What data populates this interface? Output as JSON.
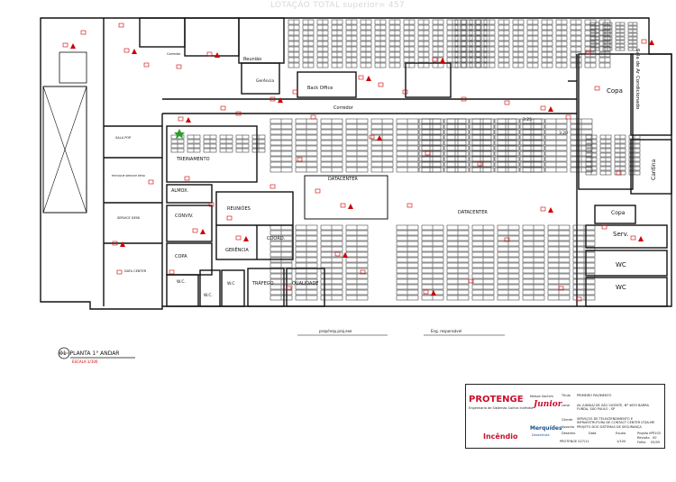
{
  "header": {
    "occupancy": "LOTAÇÃO TOTAL superior= 457"
  },
  "rooms": {
    "reuniao": "Reunião",
    "gerencia_top": "Gerência",
    "back_office": "Back Office",
    "corredor": "Corredor",
    "corredor_small": "Corredor",
    "sala_pop": "SALA POP",
    "treinamento": "TREINAMENTO",
    "estoque": "ESTOQUE SERVICE DESK",
    "service_desk": "SERVICE DESK",
    "almox": "ALMOX.",
    "conviv": "CONVIV.",
    "copa_left": "COPA",
    "data_center": "DATA CENTER",
    "reunioes": "REUNIÕES",
    "gerencia_mid": "GERÊNCIA",
    "coord": "COORD.",
    "trafego": "TRÁFEGO",
    "qualidade": "QUALIDADE",
    "wc_1": "W.C.",
    "wc_2": "W.C.",
    "wc_3": "W.C",
    "datacenter_1": "DATACENTER",
    "datacenter_2": "DATACENTER",
    "copa_top": "Copa",
    "copa_right": "Copa",
    "cantina": "Cantina",
    "serv": "Serv.",
    "wc_r1": "WC",
    "wc_r2": "WC",
    "sala_ar": "Sala de Ar Condicionado"
  },
  "dims": {
    "d1": "3.25",
    "d2": "3.20"
  },
  "plan": {
    "number": "01",
    "title": "PLANTA 1° ANDAR",
    "scale": "ESCALA 1/100"
  },
  "signatures": {
    "left": "prop/resp.proj.exe",
    "right": "Eng. responsável"
  },
  "title_block": {
    "company": "PROTENGE",
    "company_sub": "Engenharia de Sistemas Contra Incêndio",
    "discipline": "Incêndio",
    "designer": "Junior",
    "designer_sub": "Nelson Sachim",
    "partner": "Merquídes",
    "partner_sub": "Desenhista",
    "row_titulo_label": "Título",
    "row_titulo": "PRIMEIRO PAVIMENTO",
    "row_local_label": "Local",
    "row_local": "AV. JUNDIAÍ DE SÃO VICENTE, Nº 4633 BARRA FUNDA, SÃO PAULO - SP",
    "row_cliente_label": "Cliente",
    "row_cliente": "SERVIÇOS DE TELEATENDIMENTO E INFRAESTRUTURA DE CONTACT CENTER LTDA-ME",
    "row_assunto_label": "Assunto",
    "row_assunto": "PROJETO DOS SISTEMAS DE SEGURANÇA",
    "desenho_label": "Desenho",
    "desenho": "PROTENGE 027/11",
    "data_label": "Data",
    "escala_label": "Escala",
    "escala": "1/100",
    "projeto_label": "Projeto Nº",
    "projeto": "3103",
    "revisao_label": "Revisão",
    "revisao": "00",
    "folha_label": "Folha",
    "folha": "05/05"
  },
  "colors": {
    "wall": "#111111",
    "accent": "#cc0000",
    "green": "#2a9d2a",
    "blue": "#1a4f8a"
  }
}
